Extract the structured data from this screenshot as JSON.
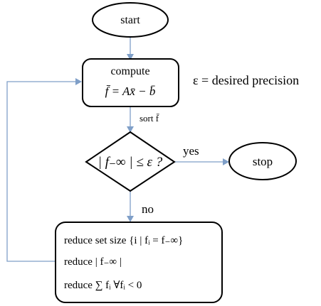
{
  "diagram": {
    "nodes": {
      "start": {
        "label": "start"
      },
      "compute": {
        "title": "compute",
        "formula": "f̄ = Ax̄ − b̄"
      },
      "decision": {
        "label": "| f₋∞ | ≤ ε ?"
      },
      "stop": {
        "label": "stop"
      },
      "reduce": {
        "lines": [
          "reduce set size {i | fᵢ = f₋∞}",
          "reduce | f₋∞ |",
          "reduce ∑ fᵢ ∀fᵢ < 0"
        ]
      }
    },
    "edge_labels": {
      "sort": "sort f̄",
      "yes": "yes",
      "no": "no"
    },
    "annotation": "ε = desired precision"
  }
}
